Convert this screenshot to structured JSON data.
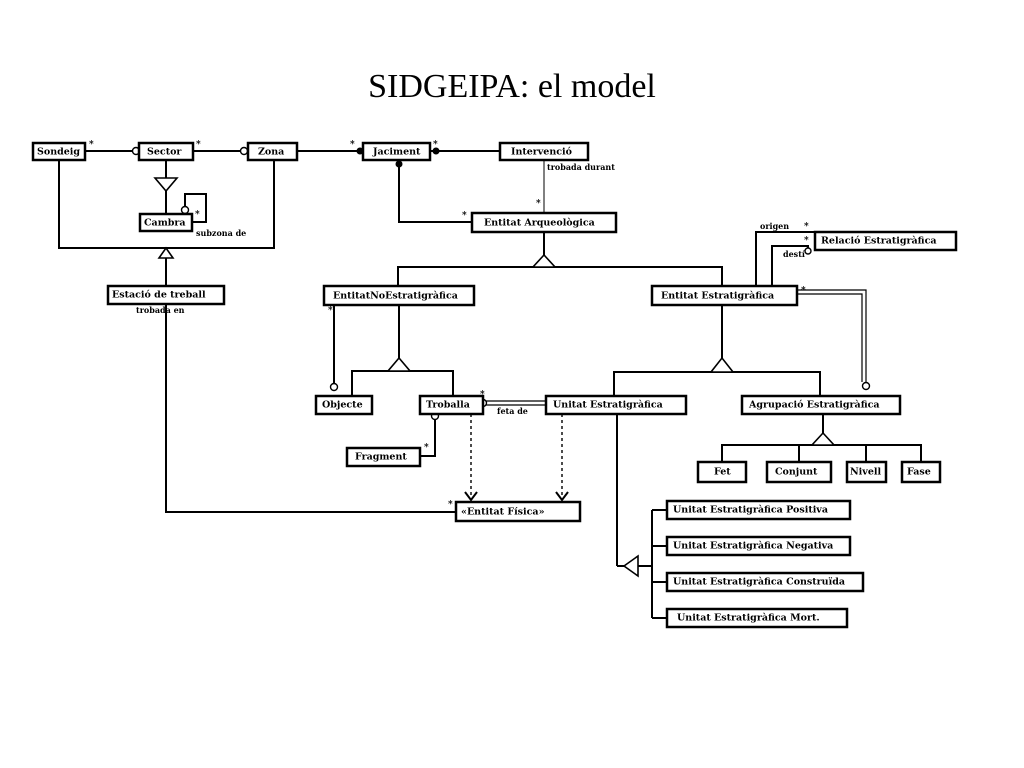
{
  "title": "SIDGEIPA: el model",
  "entities": {
    "sondeig": "Sondeig",
    "sector": "Sector",
    "zona": "Zona",
    "jaciment": "Jaciment",
    "intervencio": "Intervenció",
    "cambra": "Cambra",
    "entitat_arqueologica": "Entitat Arqueològica",
    "estacio_treball": "Estació de treball",
    "relacio_estratigrafica": "Relació Estratigràfica",
    "entitat_no_estratigrafica": "EntitatNoEstratigràfica",
    "entitat_estratigrafica": "Entitat Estratigràfica",
    "objecte": "Objecte",
    "troballa": "Troballa",
    "unitat_estratigrafica": "Unitat Estratigràfica",
    "agrupacio_estratigrafica": "Agrupació Estratigràfica",
    "fragment": "Fragment",
    "fet": "Fet",
    "conjunt": "Conjunt",
    "nivell": "Nivell",
    "fase": "Fase",
    "entitat_fisica": "«Entitat Física»",
    "ue_positiva": "Unitat Estratigràfica Positiva",
    "ue_negativa": "Unitat Estratigràfica Negativa",
    "ue_construida": "Unitat Estratigràfica Construïda",
    "ue_mort": "Unitat Estratigràfica Mort."
  },
  "roles": {
    "trobada_durant": "trobada durant",
    "subzona": "subzona de",
    "trobada_en": "trobada en",
    "origen": "origen",
    "desti": "destí",
    "feta_de": "feta de"
  },
  "mult": "*"
}
